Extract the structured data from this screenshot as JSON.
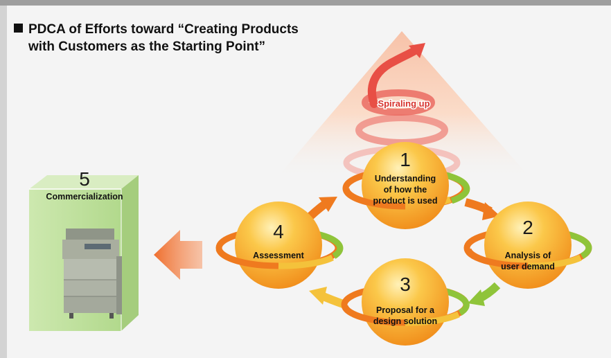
{
  "title": {
    "line1": "PDCA of Efforts toward “Creating Products",
    "line2": "with Customers as the Starting Point”"
  },
  "spiral_label": "Spiraling up",
  "steps": [
    {
      "number": "1",
      "label_lines": [
        "Understanding",
        "of how the",
        "product is used"
      ]
    },
    {
      "number": "2",
      "label_lines": [
        "Analysis of",
        "user demand"
      ]
    },
    {
      "number": "3",
      "label_lines": [
        "Proposal for a",
        "design solution"
      ]
    },
    {
      "number": "4",
      "label_lines": [
        "Assessment"
      ]
    }
  ],
  "commercialization": {
    "number": "5",
    "label": "Commercialization"
  },
  "colors": {
    "sphere": "#f6a531",
    "ring_orange": "#ef7a1f",
    "ring_yellow": "#f4c23b",
    "ring_green": "#8fc43a",
    "spiral": "#e95b52",
    "box_green": "#a9d77a",
    "big_arrow": "#ef7a3a"
  }
}
